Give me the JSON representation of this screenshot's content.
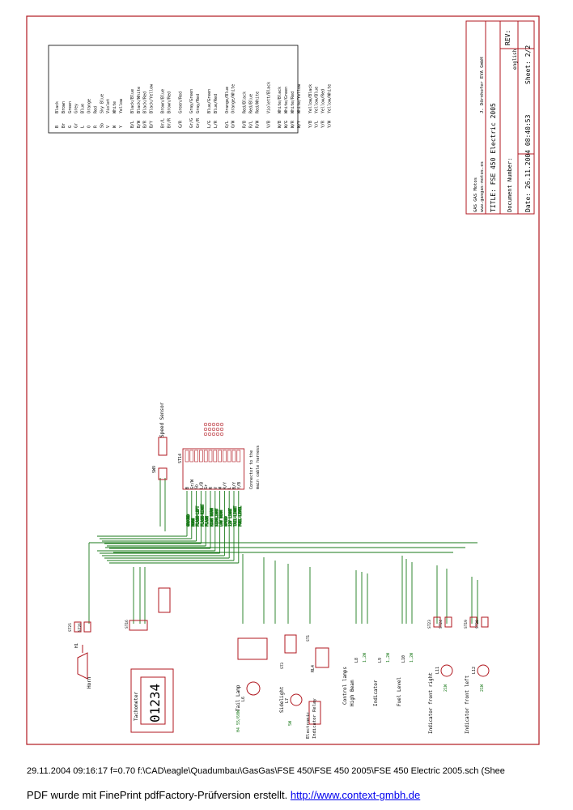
{
  "titleblock": {
    "company": "GAS GAS Motos",
    "author": "J. Dörnhofer EVA GmbH",
    "website": "www.gasgas-motos.es",
    "title": "TITLE:  FSE 450 Electric 2005",
    "rev_label": "REV:",
    "language": "english",
    "doc_label": "Document Number:",
    "date": "Date: 26.11.2004 08:40:53",
    "sheet": "Sheet: 2/2"
  },
  "legend": [
    {
      "code": "B",
      "name": "Black"
    },
    {
      "code": "Br",
      "name": "Brown"
    },
    {
      "code": "G",
      "name": "Green"
    },
    {
      "code": "Gr",
      "name": "Grey"
    },
    {
      "code": "L",
      "name": "Blue"
    },
    {
      "code": "O",
      "name": "Orange"
    },
    {
      "code": "R",
      "name": "Red"
    },
    {
      "code": "Sb",
      "name": "Sky Blue"
    },
    {
      "code": "V",
      "name": "Violet"
    },
    {
      "code": "W",
      "name": "White"
    },
    {
      "code": "Y",
      "name": "Yellow"
    },
    {
      "code": "B/L",
      "name": "Black/Blue"
    },
    {
      "code": "B/W",
      "name": "Black/White"
    },
    {
      "code": "B/R",
      "name": "Black/Red"
    },
    {
      "code": "B/Y",
      "name": "Black/Yellow"
    },
    {
      "code": "Br/L",
      "name": "Brown/Blue"
    },
    {
      "code": "Br/R",
      "name": "Brown/Red"
    },
    {
      "code": "G/R",
      "name": "Green/Red"
    },
    {
      "code": "Gr/G",
      "name": "Gray/Green"
    },
    {
      "code": "Gr/R",
      "name": "Gray/Red"
    },
    {
      "code": "L/G",
      "name": "Blue/Green"
    },
    {
      "code": "L/R",
      "name": "Blue/Red"
    },
    {
      "code": "O/L",
      "name": "Orange/Blue"
    },
    {
      "code": "O/W",
      "name": "Orange/White"
    },
    {
      "code": "R/B",
      "name": "Red/Black"
    },
    {
      "code": "R/L",
      "name": "Red/Blue"
    },
    {
      "code": "R/W",
      "name": "Red/White"
    },
    {
      "code": "V/B",
      "name": "Violett/Black"
    },
    {
      "code": "W/B",
      "name": "White/Black"
    },
    {
      "code": "W/G",
      "name": "White/Green"
    },
    {
      "code": "W/R",
      "name": "White/Red"
    },
    {
      "code": "W/Y",
      "name": "White/Yellow"
    },
    {
      "code": "Y/B",
      "name": "Yellow/Black"
    },
    {
      "code": "Y/L",
      "name": "Yellow/Blue"
    },
    {
      "code": "Y/R",
      "name": "Yellow/Red"
    },
    {
      "code": "Y/W",
      "name": "Yellow/White"
    }
  ],
  "connector": {
    "id": "ST14",
    "caption": "Connector to the main cable harness",
    "pins": [
      {
        "wire": "B",
        "signal": "GROUND"
      },
      {
        "wire": "Gr/W",
        "signal": "HORN"
      },
      {
        "wire": "Sb",
        "signal": "FLASH-LEFT"
      },
      {
        "wire": "L/B",
        "signal": "FLASH-RIGHT"
      },
      {
        "wire": "Gr",
        "signal": "FLASH"
      },
      {
        "wire": "R",
        "signal": "HIGH BEAM"
      },
      {
        "wire": "V",
        "signal": "SIDELIGHT"
      },
      {
        "wire": "W",
        "signal": "LOW BEAM"
      },
      {
        "wire": "R/Y",
        "signal": "SPEED"
      },
      {
        "wire": "L",
        "signal": "12V LIGHT"
      },
      {
        "wire": "B/Y",
        "signal": "TAIL-LIGHT"
      },
      {
        "wire": "Y/B",
        "signal": "FUEL-LEVEL"
      }
    ]
  },
  "components": {
    "speed_sensor": {
      "id": "SW9",
      "label": "Speed Sensor"
    },
    "horn": {
      "id": "H1",
      "label": "Horn",
      "conn1": "ST25",
      "conn2": "ST26"
    },
    "tachometer": {
      "display": "01234",
      "label": "Tachometer",
      "conn": "ST16"
    },
    "tail_lamp": {
      "id": "L6",
      "label": "Tail Lamp",
      "rating": "H4 55/60W"
    },
    "sidelight": {
      "id": "L7",
      "label": "Sidelight",
      "rating": "5W",
      "conn": "ST3"
    },
    "relay": {
      "id": "RL4",
      "label": "Electronic Indicator Relay",
      "conn": "ST1"
    },
    "control_lamps": {
      "label": "Control lamps"
    },
    "high_beam": {
      "id": "L8",
      "label": "High Beam",
      "rating": "1,2W"
    },
    "indicator": {
      "id": "L9",
      "label": "Indicator",
      "rating": "1,2W"
    },
    "fuel_level": {
      "id": "L10",
      "label": "Fuel Level",
      "rating": "1,2W"
    },
    "ind_right": {
      "id": "L11",
      "label": "Indicator front right",
      "rating": "21W",
      "conn1": "ST23",
      "conn2": "ST24"
    },
    "ind_left": {
      "id": "L12",
      "label": "Indicator front left",
      "rating": "21W",
      "conn1": "ST19",
      "conn2": "ST20"
    }
  },
  "footer": {
    "path": "29.11.2004 09:16:17   f=0.70   f:\\CAD\\eagle\\Quadumbau\\GasGas\\FSE 450\\FSE 450 2005\\FSE 450 Electric 2005.sch (Shee",
    "pdf_text": "PDF wurde mit FinePrint pdfFactory-Prüfversion erstellt.",
    "pdf_link": "http://www.context-gmbh.de"
  },
  "colors": {
    "frame": "#b0171f",
    "wire": "#1a7a1a",
    "text": "#000000",
    "link": "#0000ee"
  }
}
